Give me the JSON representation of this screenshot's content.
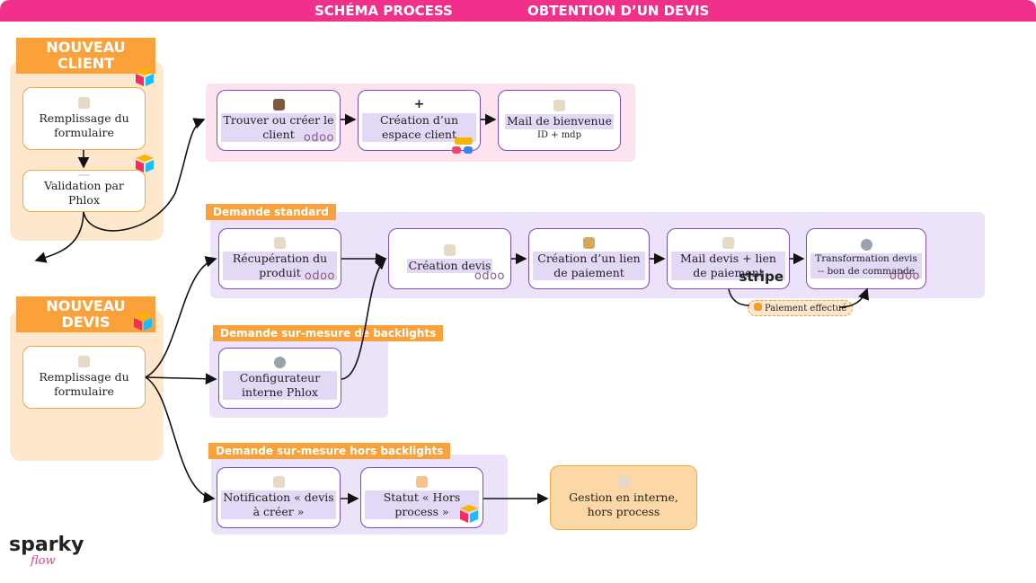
{
  "header": {
    "left_title": "SCHÉMA PROCESS",
    "right_title": "OBTENTION D’UN DEVIS"
  },
  "colors": {
    "header": "#f0308a",
    "orange": "#fba139",
    "purple_border": "#7a4cc0",
    "purple_zone": "#ece3fb",
    "pink_zone": "#fde2ef",
    "peach_zone": "#fde7cd"
  },
  "nouveau_client": {
    "title": "NOUVEAU\nCLIENT",
    "steps": [
      {
        "label": "Remplissage du formulaire",
        "icon": "hand-icon"
      },
      {
        "label": "Validation par Phlox",
        "icon": "hand-icon"
      }
    ]
  },
  "client_flow": [
    {
      "label": "Trouver ou créer le client",
      "icon": "briefcase-icon",
      "tool": "odoo"
    },
    {
      "label": "Création d’un espace client",
      "icon": "plus-icon"
    },
    {
      "label": "Mail de bienvenue",
      "sub": "ID + mdp",
      "icon": "mail-icon"
    }
  ],
  "nouveau_devis": {
    "title": "NOUVEAU\nDEVIS",
    "step": {
      "label": "Remplissage du formulaire",
      "icon": "hand-icon"
    }
  },
  "standard": {
    "tag": "Demande standard",
    "steps": [
      {
        "label": "Récupération du produit",
        "icon": "clipboard-icon",
        "tool": "odoo"
      },
      {
        "label": "Création devis",
        "icon": "clipboard-icon",
        "tool": "odoo"
      },
      {
        "label": "Création d’un lien de paiement",
        "icon": "moneybag-icon"
      },
      {
        "label": "Mail devis + lien de paiement",
        "icon": "mail-icon",
        "tool": "stripe"
      },
      {
        "label": "Transformation devis -- bon de commande",
        "icon": "gear-icon",
        "tool": "odoo"
      }
    ],
    "paiement": "Paiement effectué"
  },
  "backlights": {
    "tag": "Demande sur-mesure de backlights",
    "step": {
      "label": "Configurateur interne Phlox",
      "icon": "gear-icon"
    }
  },
  "hors_backlights": {
    "tag": "Demande sur-mesure hors backlights",
    "steps": [
      {
        "label": "Notification « devis à créer »",
        "icon": "mail-icon"
      },
      {
        "label": "Statut « Hors process »",
        "icon": "ticket-icon"
      }
    ],
    "final": {
      "label": "Gestion en interne, hors process",
      "icon": "hand-icon"
    }
  },
  "tool_odoo": "odoo",
  "tool_stripe": "stripe",
  "logo": {
    "line1": "sparky",
    "line2": "flow"
  }
}
